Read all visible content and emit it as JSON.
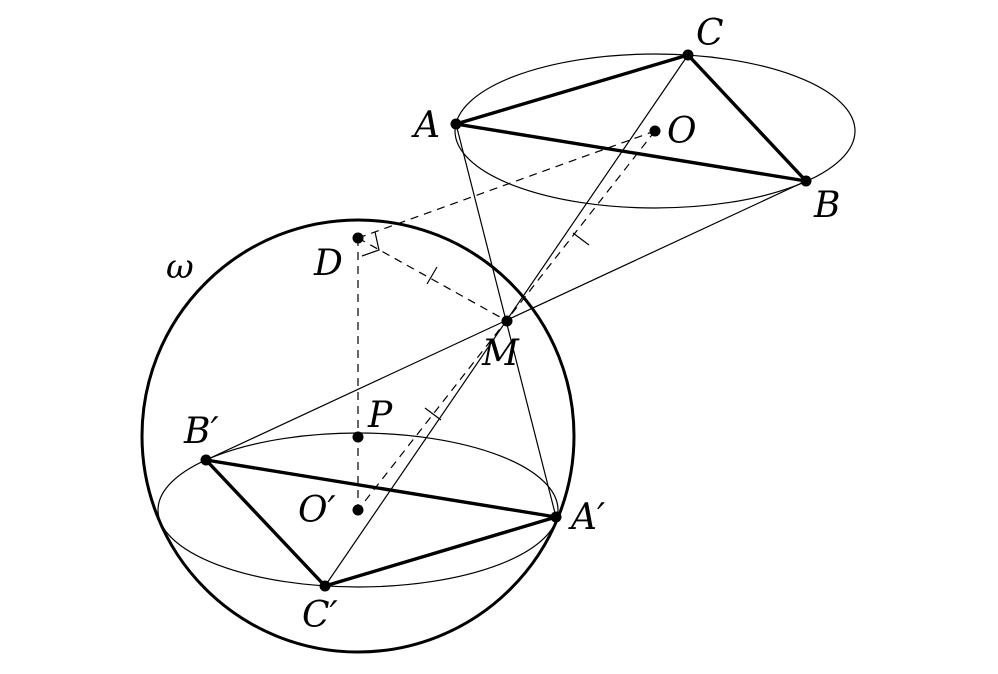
{
  "diagram": {
    "colors": {
      "ink": "#000000",
      "background": "#ffffff"
    },
    "points": {
      "A": "A",
      "B": "B",
      "C": "C",
      "O": "O",
      "D": "D",
      "M": "M",
      "P": "P",
      "A_prime": "A′",
      "B_prime": "B′",
      "C_prime": "C′",
      "O_prime": "O′"
    },
    "sphere_label": "ω"
  }
}
